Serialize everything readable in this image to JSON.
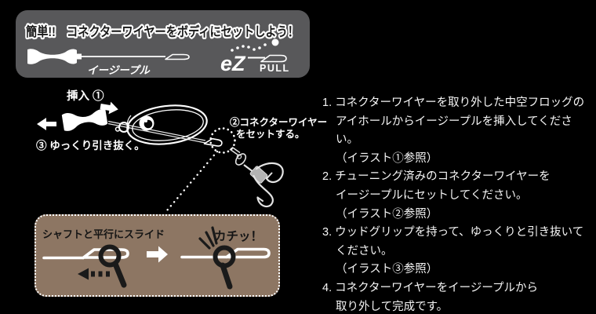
{
  "colors": {
    "background": "#000000",
    "banner_bg": "#58585a",
    "inset_bg": "#8d7663",
    "text_light": "#ffffff",
    "text_dark": "#1a1a1a"
  },
  "banner": {
    "title": "簡単!!　コネクターワイヤーをボディにセットしよう！",
    "tool_label": "イージープル",
    "logo_ez": "eZ",
    "logo_pull": "PULL"
  },
  "diagram": {
    "step1_label": "挿入 ①",
    "step2_label_line1": "②コネクターワイヤー",
    "step2_label_line2": "をセットする。",
    "step3_label": "③ ゆっくり引き抜く。"
  },
  "inset": {
    "slide_label": "シャフトと平行にスライド",
    "click_label": "カチッ！"
  },
  "instructions": {
    "lines": [
      "1. コネクターワイヤーを取り外した中空フロッグの",
      "アイホールからイージープルを挿入してください。",
      "（イラスト①参照）",
      "2. チューニング済みのコネクターワイヤーを",
      "イージープルにセットしてください。",
      "（イラスト②参照）",
      "3. ウッドグリップを持って、ゆっくりと引き抜いて",
      "ください。",
      "（イラスト③参照）",
      "4. コネクターワイヤーをイージープルから",
      "取り外して完成です。"
    ]
  }
}
